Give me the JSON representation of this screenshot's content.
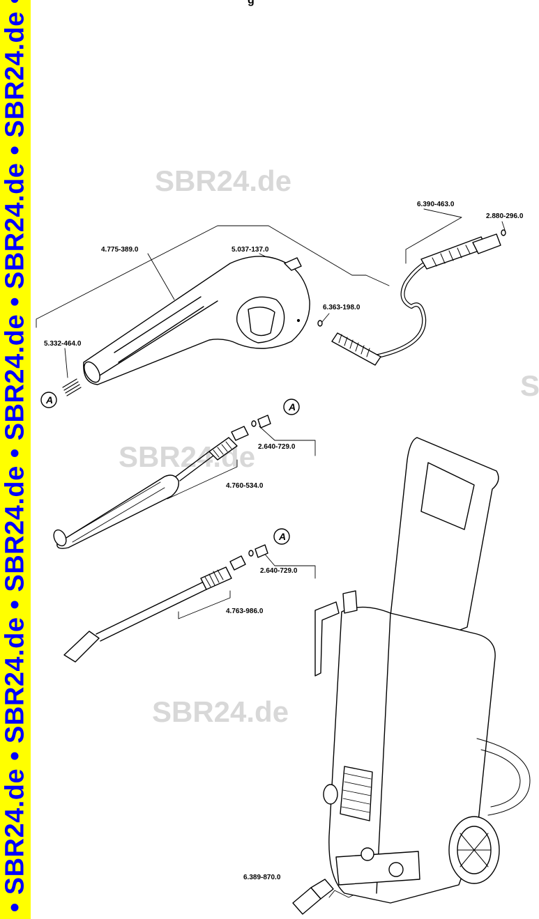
{
  "side_watermark": "de • SBR24.de • SBR24.de • SBR24.de • SBR24.de • SBR24.de • SBR24.de • S",
  "watermarks": [
    "SBR24.de",
    "SBR24.de",
    "SBR24.de",
    "S"
  ],
  "top_fragment": "g",
  "callouts": {
    "hose": "6.390-463.0",
    "oring_hose": "2.880-296.0",
    "gun": "4.775-389.0",
    "clip": "5.037-137.0",
    "oring_gun": "6.363-198.0",
    "spring": "5.332-464.0",
    "nozzle_1": "2.640-729.0",
    "lance_1": "4.760-534.0",
    "nozzle_2": "2.640-729.0",
    "lance_2": "4.763-986.0",
    "coupling": "6.389-870.0"
  },
  "ref_markers": [
    "A",
    "A",
    "A"
  ]
}
